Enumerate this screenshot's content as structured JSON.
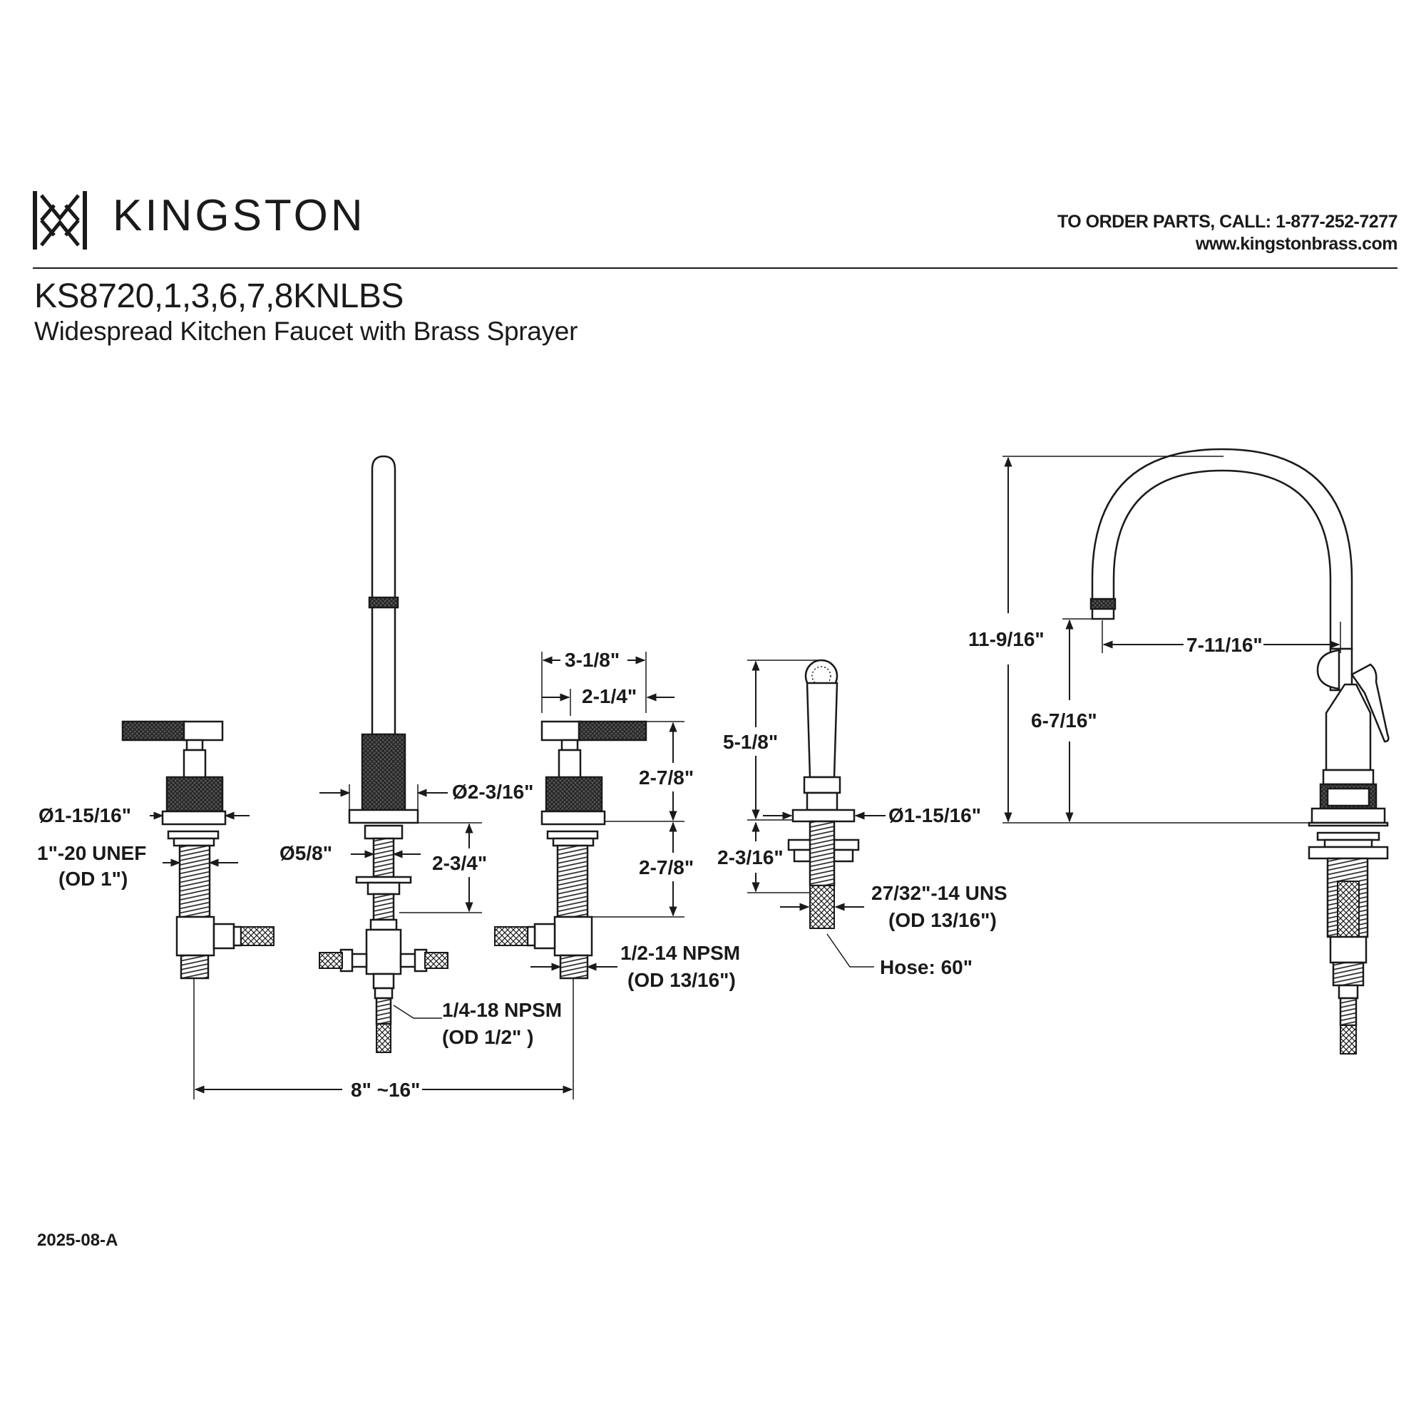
{
  "header": {
    "brand": "KINGSTON",
    "order_line": "TO ORDER PARTS, CALL: 1-877-252-7277",
    "website": "www.kingstonbrass.com"
  },
  "product": {
    "model": "KS8720,1,3,6,7,8KNLBS",
    "name": "Widespread Kitchen Faucet with Brass Sprayer"
  },
  "dimensions": {
    "handle_diameter": "Ø1-15/16\"",
    "handle_thread": "1\"-20 UNEF",
    "handle_thread_od": "(OD 1\")",
    "spout_base_diameter": "Ø2-3/16\"",
    "spout_shank_diameter": "Ø5/8\"",
    "spout_shank_length": "2-3/4\"",
    "tee_thread": "1/4-18 NPSM",
    "tee_thread_od": "(OD 1/2\" )",
    "spread": "8\" ~16\"",
    "lever_length": "3-1/8\"",
    "lever_offset": "2-1/4\"",
    "handle_height": "2-7/8\"",
    "handle_shank": "2-7/8\"",
    "valve_thread": "1/2-14 NPSM",
    "valve_thread_od": "(OD 13/16\")",
    "sprayer_height": "5-1/8\"",
    "sprayer_diameter": "Ø1-15/16\"",
    "sprayer_shank": "2-3/16\"",
    "sprayer_thread": "27/32\"-14 UNS",
    "sprayer_thread_od": "(OD 13/16\")",
    "hose": "Hose: 60\"",
    "spout_height": "11-9/16\"",
    "spout_clearance": "6-7/16\"",
    "spout_reach": "7-11/16\""
  },
  "footer": {
    "revision": "2025-08-A"
  },
  "colors": {
    "line": "#1a1a1a",
    "background": "#ffffff"
  }
}
